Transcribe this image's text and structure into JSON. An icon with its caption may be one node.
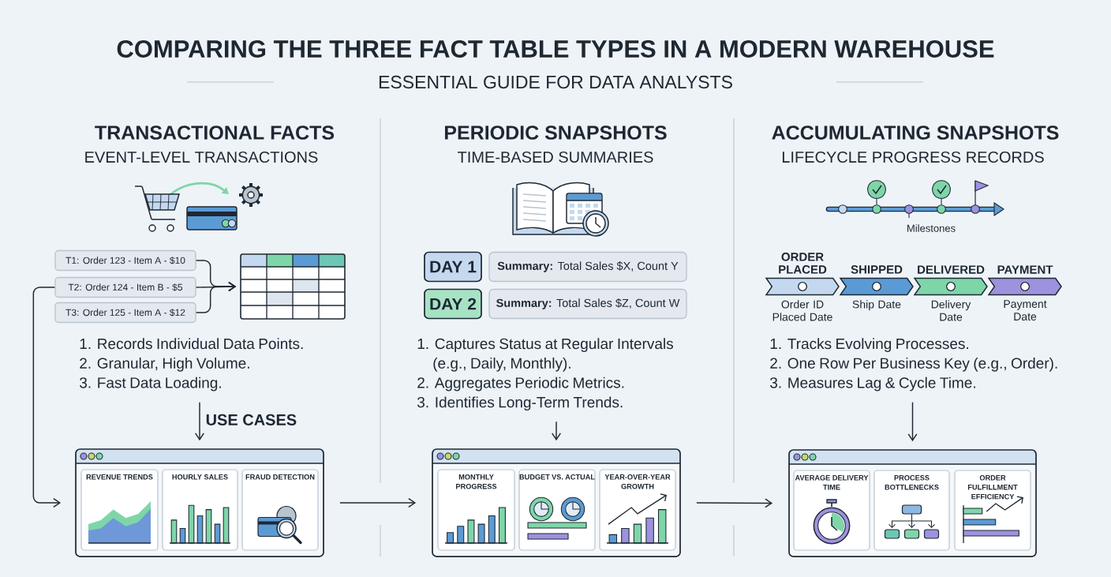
{
  "diagram": {
    "title": "COMPARING THE THREE FACT TABLE TYPES IN A MODERN WAREHOUSE",
    "nodes": [
      {
        "text": [
          "T1: Order 123 - Item A - $10"
        ]
      },
      {
        "text": [
          "T2: Order 124 - Item B - $5"
        ]
      },
      {
        "text": [
          "T3: Order 125 - Item A - $12"
        ]
      },
      {
        "text": [],
        "shape": "table"
      },
      {
        "text": [
          "1. Records Individual Data Points.",
          "2. Granular, High Volume.",
          "3. Fast Data Loading."
        ]
      },
      {
        "text": [],
        "shape": "box"
      },
      {
        "text": [
          "REVENUE TRENDS"
        ],
        "in": 5
      },
      {
        "text": [
          "HOURLY SALES"
        ],
        "in": 5
      },
      {
        "text": [
          "FRAUD DETECTION"
        ],
        "in": 5
      },
      {
        "text": [
          "DAY 1"
        ]
      },
      {
        "text": [
          "**Summary:** Total Sales $X, Count Y"
        ]
      },
      {
        "text": [
          "DAY 2"
        ]
      },
      {
        "text": [
          "**Summary:** Total Sales $Z, Count W"
        ]
      },
      {
        "text": [
          "1. Captures Status at Regular Intervals (e.g., Daily, Monthly).",
          "2. Aggregates Periodic Metrics.",
          "3. Identifies Long-Term Trends."
        ]
      },
      {
        "text": [],
        "shape": "box"
      },
      {
        "text": [
          "MONTHLY PROGRESS"
        ],
        "in": 14
      },
      {
        "text": [
          "BUDGET VS. ACTUAL"
        ],
        "in": 14
      },
      {
        "text": [
          "YEAR-OVER-YEAR GROWTH"
        ],
        "in": 14
      },
      {
        "text": [
          "ORDER PLACED"
        ],
        "beside": [
          "Order ID Placed Date"
        ]
      },
      {
        "text": [
          "SHIPPED"
        ],
        "beside": [
          "Ship Date"
        ]
      },
      {
        "text": [
          "DELIVERED"
        ],
        "beside": [
          "Delivery Date"
        ]
      },
      {
        "text": [
          "PAYMENT"
        ],
        "beside": [
          "Payment Date"
        ]
      },
      {
        "text": [
          "1. Tracks Evolving Processes.",
          "2. One Row Per Business Key (e.g., Order).",
          "3. Measures Lag & Cycle Time."
        ]
      },
      {
        "text": [],
        "shape": "box"
      },
      {
        "text": [
          "AVERAGE DELIVERY TIME"
        ],
        "in": 23
      },
      {
        "text": [
          "PROCESS BOTTLENECKS"
        ],
        "in": 23
      },
      {
        "text": [
          "ORDER FULFILLMENT EFFICIENCY"
        ],
        "in": 23
      }
    ],
    "edges": [
      {
        "from": 0,
        "to": 3,
        "arrow": "to"
      },
      {
        "from": 1,
        "to": 3,
        "arrow": "to"
      },
      {
        "from": 2,
        "to": 3,
        "arrow": "to"
      },
      {
        "from": 1,
        "to": 5,
        "arrow": "to"
      },
      {
        "from": 4,
        "to": 5,
        "arrow": "to",
        "label": "USE CASES"
      },
      {
        "from": 5,
        "to": 14,
        "arrow": "to"
      },
      {
        "from": 13,
        "to": 14,
        "arrow": "to"
      },
      {
        "from": 14,
        "to": 23,
        "arrow": "to"
      },
      {
        "from": 22,
        "to": 23,
        "arrow": "to"
      }
    ],
    "labels": [
      "ESSENTIAL GUIDE FOR DATA ANALYSTS",
      "TRANSACTIONAL FACTS",
      "EVENT-LEVEL TRANSACTIONS",
      "PERIODIC SNAPSHOTS",
      "TIME-BASED SUMMARIES",
      "ACCUMULATING SNAPSHOTS",
      "LIFECYCLE PROGRESS RECORDS",
      "Milestones"
    ]
  }
}
